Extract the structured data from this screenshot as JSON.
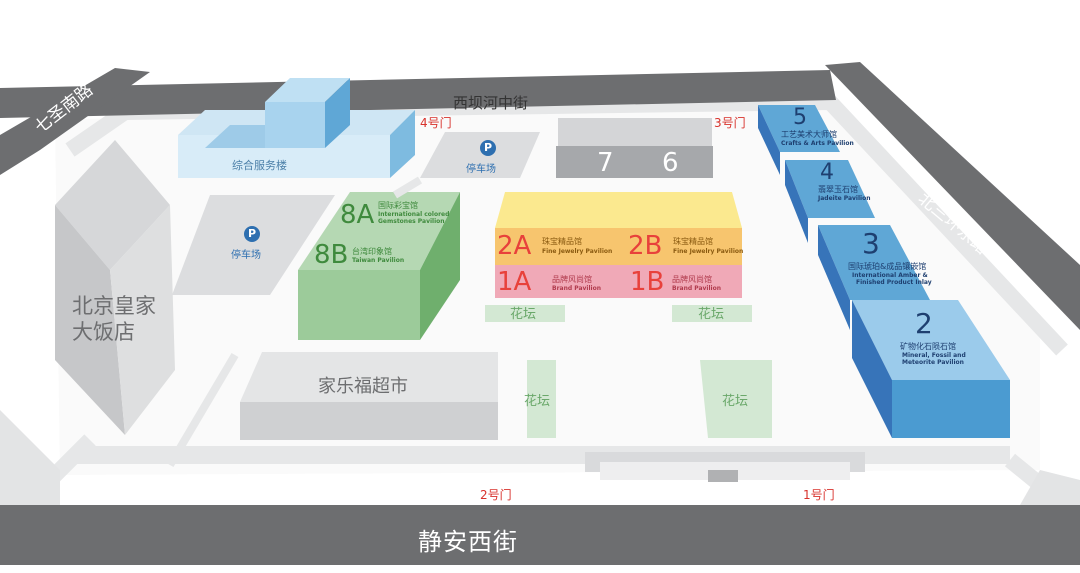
{
  "roads": {
    "north": "西坝河中街",
    "south": "静安西街",
    "west": "七圣南路",
    "east": "北三环东路"
  },
  "gates": {
    "gate1": "1号门",
    "gate2": "2号门",
    "gate3": "3号门",
    "gate4": "4号门"
  },
  "parking": {
    "icon": "P",
    "label": "停车场"
  },
  "buildings": {
    "service": "综合服务楼",
    "hotel_line1": "北京皇家",
    "hotel_line2": "大饭店",
    "supermarket": "家乐福超市",
    "hall7": "7",
    "hall6": "6"
  },
  "halls": {
    "h8A": {
      "num": "8A",
      "cn": "国际彩宝馆",
      "en1": "International colored",
      "en2": "Gemstones Pavilion"
    },
    "h8B": {
      "num": "8B",
      "cn": "台湾印象馆",
      "en": "Taiwan Pavilion"
    },
    "h2A": {
      "num": "2A",
      "cn": "珠宝精品馆",
      "en": "Fine Jewelry Pavilion"
    },
    "h2B": {
      "num": "2B",
      "cn": "珠宝精品馆",
      "en": "Fine Jewelry Pavilion"
    },
    "h1A": {
      "num": "1A",
      "cn": "品牌风尚馆",
      "en": "Brand Pavilion"
    },
    "h1B": {
      "num": "1B",
      "cn": "品牌风尚馆",
      "en": "Brand Pavilion"
    },
    "h5": {
      "num": "5",
      "cn": "工艺美术大师馆",
      "en": "Crafts & Arts Pavilion"
    },
    "h4": {
      "num": "4",
      "cn": "翡翠玉石馆",
      "en": "Jadeite Pavilion"
    },
    "h3": {
      "num": "3",
      "cn": "国际琥珀&成品镶嵌馆",
      "en1": "International Amber &",
      "en2": "Finished Product Inlay"
    },
    "h2": {
      "num": "2",
      "cn": "矿物化石陨石馆",
      "en1": "Mineral, Fossil and",
      "en2": "Meteorite Pavilion"
    }
  },
  "garden": "花坛",
  "colors": {
    "road": "#6d6e70",
    "light_road": "#e3e4e5",
    "green": "#9ccb9a",
    "yellow": "#fbe98f",
    "orange": "#f7c56e",
    "pink": "#f0a9b7",
    "blue": "#5fa7d6",
    "dark_blue": "#3774b9",
    "red_text": "#e8413b"
  }
}
